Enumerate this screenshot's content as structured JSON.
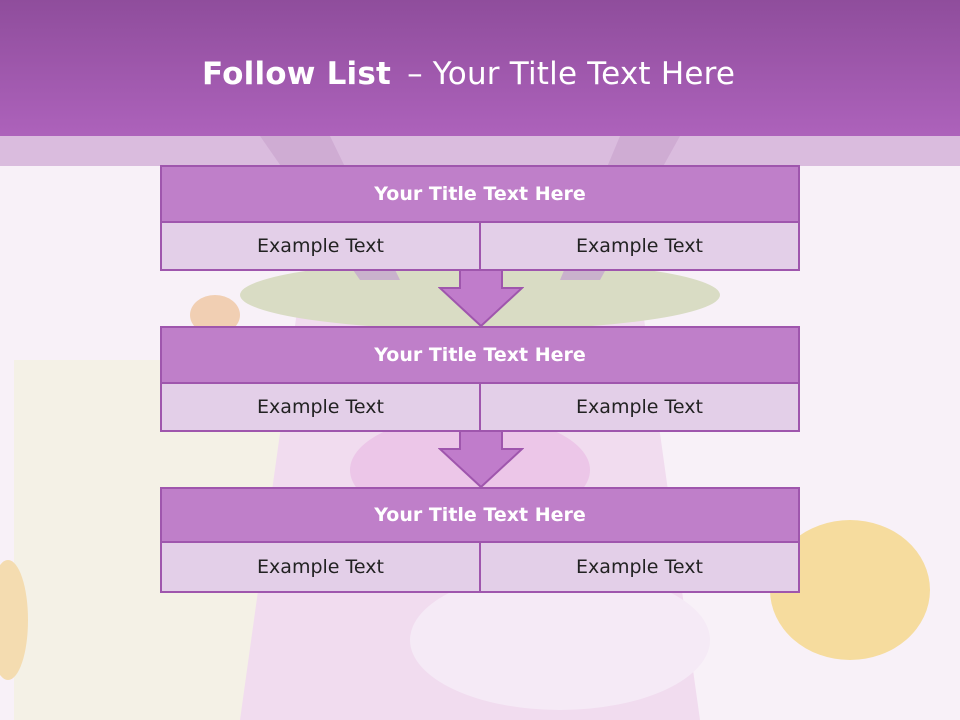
{
  "header": {
    "title_bold": "Follow List",
    "title_dash": "–",
    "title_rest": "Your Title Text Here"
  },
  "steps": [
    {
      "title": "Your Title Text Here",
      "left": "Example Text",
      "right": "Example Text"
    },
    {
      "title": "Your Title Text Here",
      "left": "Example Text",
      "right": "Example Text"
    },
    {
      "title": "Your Title Text Here",
      "left": "Example Text",
      "right": "Example Text"
    }
  ],
  "colors": {
    "header": "#a45ab2",
    "box_title": "#bf7fc9",
    "box_cell": "#e3cfe8",
    "border": "#9f56ad",
    "arrow": "#c07ccb"
  },
  "icons": [
    "down-arrow-icon"
  ]
}
